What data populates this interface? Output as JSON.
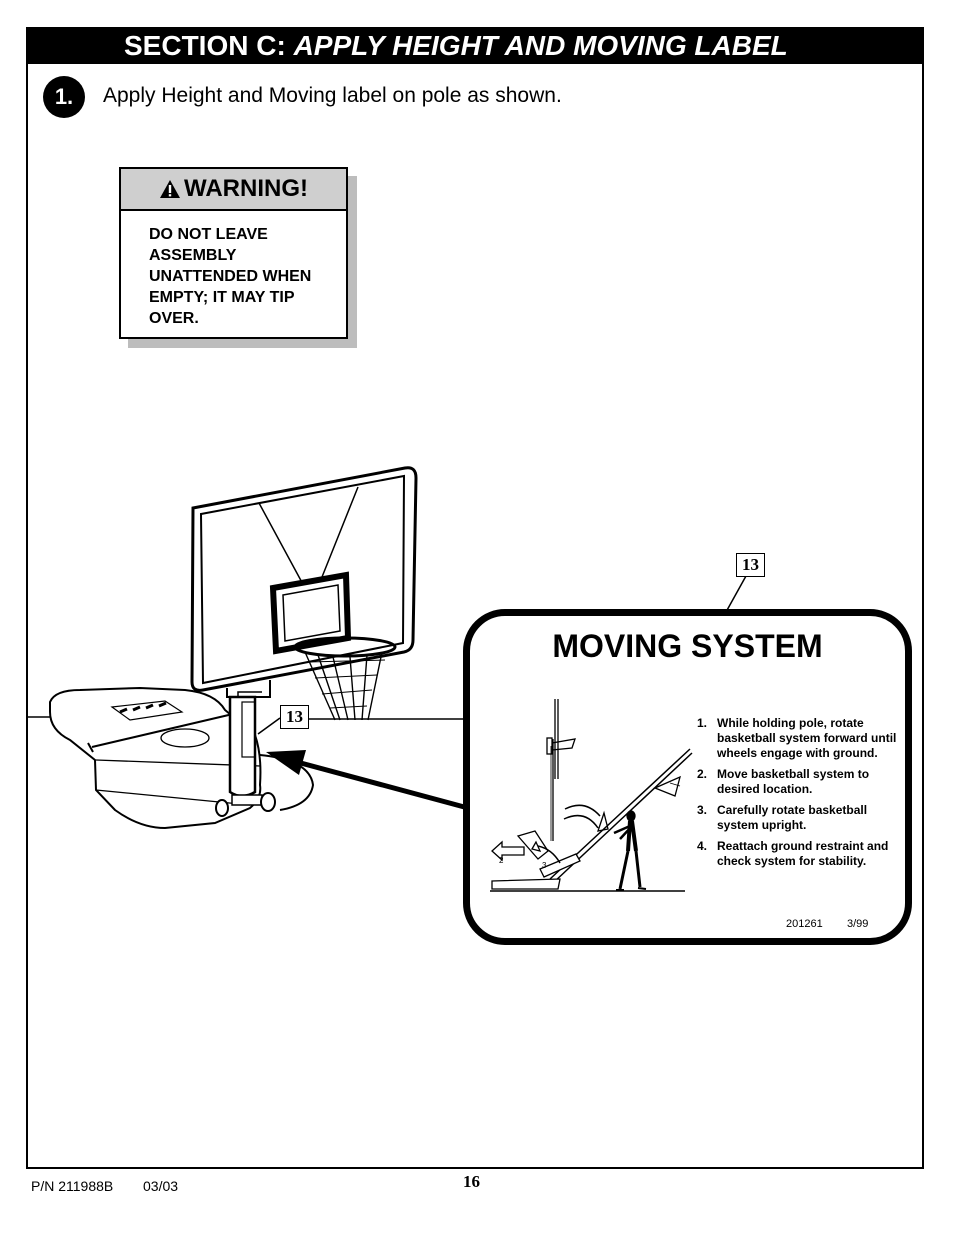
{
  "section": {
    "prefix": "SECTION C:",
    "title": "APPLY HEIGHT AND MOVING LABEL"
  },
  "step": {
    "number": "1.",
    "text": "Apply Height and Moving label on pole as shown."
  },
  "warning": {
    "title": "WARNING!",
    "body": "DO NOT LEAVE ASSEMBLY UNATTENDED WHEN EMPTY; IT MAY TIP OVER."
  },
  "callouts": {
    "pole_label": "13",
    "label_ref": "13"
  },
  "moving_label": {
    "title": "MOVING SYSTEM",
    "steps": [
      {
        "n": "1.",
        "text": "While holding pole, rotate basketball system forward until wheels engage with ground."
      },
      {
        "n": "2.",
        "text": "Move basketball system to desired location."
      },
      {
        "n": "3.",
        "text": "Carefully rotate basketball system upright."
      },
      {
        "n": "4.",
        "text": "Reattach ground restraint and check system for stability."
      }
    ],
    "diagram_marks": [
      "2",
      "3"
    ],
    "code": "201261",
    "date": "3/99"
  },
  "footer": {
    "pn": "P/N 211988B",
    "date": "03/03",
    "page": "16"
  }
}
